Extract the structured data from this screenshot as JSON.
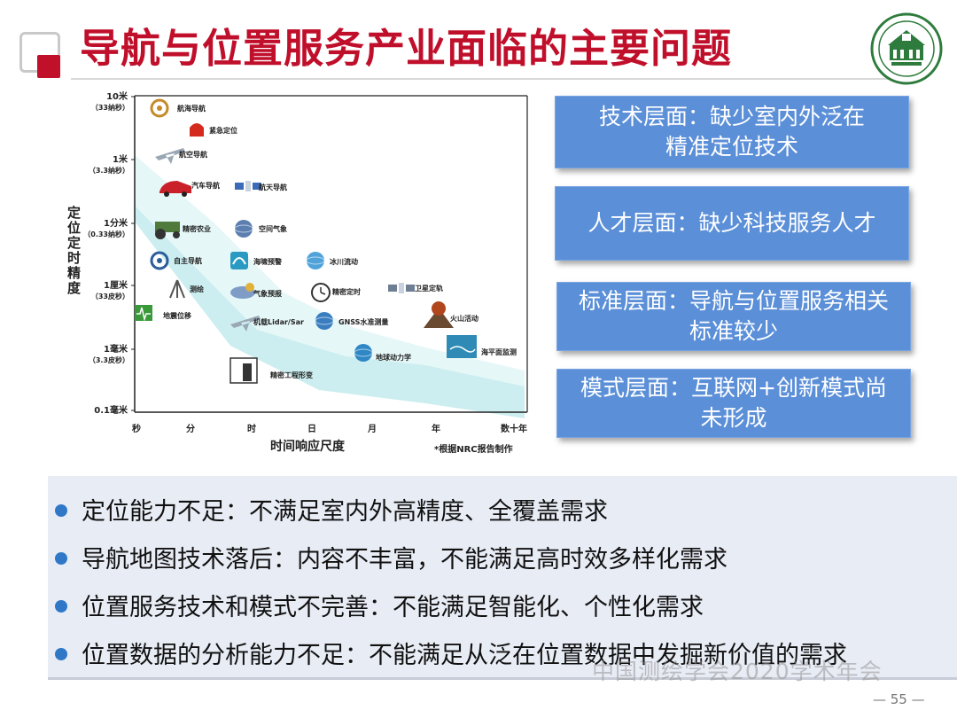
{
  "header": {
    "title": "导航与位置服务产业面临的主要问题"
  },
  "chart_data": {
    "type": "diagram",
    "ylabel": "定位\n定时\n精度",
    "xlabel": "时间响应尺度",
    "note": "*根据NRC报告制作",
    "y_ticks": [
      {
        "label": "10米",
        "sub": "（33纳秒）"
      },
      {
        "label": "1米",
        "sub": "（3.3纳秒）"
      },
      {
        "label": "1分米",
        "sub": "（0.33纳秒）"
      },
      {
        "label": "1厘米",
        "sub": "（33皮秒）"
      },
      {
        "label": "1毫米",
        "sub": "（3.3皮秒）"
      },
      {
        "label": "0.1毫米",
        "sub": ""
      }
    ],
    "x_ticks": [
      "秒",
      "分",
      "时",
      "日",
      "月",
      "年",
      "数十年"
    ],
    "items": [
      "航海导航",
      "紧急定位",
      "航空导航",
      "汽车导航",
      "航天导航",
      "精密农业",
      "空间气象",
      "自主导航",
      "海啸预警",
      "冰川流动",
      "测绘",
      "气象预报",
      "精密定时",
      "卫星定轨",
      "地震位移",
      "机载Lidar/Sar",
      "GNSS水准测量",
      "火山活动",
      "海平面监测",
      "地球动力学",
      "精密工程形变"
    ]
  },
  "boxes": [
    {
      "line1": "技术层面：缺少室内外泛在",
      "line2": "精准定位技术"
    },
    {
      "line1": "人才层面：缺少科技服务人才",
      "line2": ""
    },
    {
      "line1": "标准层面：导航与位置服务相关",
      "line2": "标准较少"
    },
    {
      "line1": "模式层面：互联网+创新模式尚",
      "line2": "未形成"
    }
  ],
  "bullets": [
    "定位能力不足：不满足室内外高精度、全覆盖需求",
    "导航地图技术落后：内容不丰富，不能满足高时效多样化需求",
    "位置服务技术和模式不完善：不能满足智能化、个性化需求",
    "位置数据的分析能力不足：不能满足从泛在位置数据中发掘新价值的需求"
  ],
  "footer": {
    "watermark": "中国测绘学会2020学术年会",
    "page": "— 55 —"
  },
  "colors": {
    "title": "#c00f2b",
    "box": "#5b8fd8",
    "band": "#c6ecee",
    "bullet_dot": "#2f78c8"
  }
}
